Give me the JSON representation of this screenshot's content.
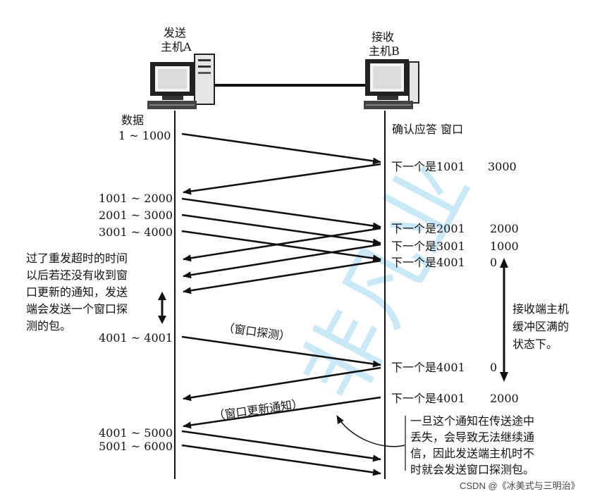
{
  "hosts": {
    "sender": {
      "line1": "发送",
      "line2": "主机A"
    },
    "receiver": {
      "line1": "接收",
      "line2": "主机B"
    }
  },
  "headers": {
    "data": "数据",
    "ack_window": "确认应答 窗口"
  },
  "segments_sent": [
    "1 ~ 1000",
    "1001 ~ 2000",
    "2001 ~ 3000",
    "3001 ~ 4000",
    "4001 ~ 4001",
    "4001 ~ 5000",
    "5001 ~ 6000"
  ],
  "acks": [
    {
      "text": "下一个是1001",
      "window": "3000"
    },
    {
      "text": "下一个是2001",
      "window": "2000"
    },
    {
      "text": "下一个是3001",
      "window": "1000"
    },
    {
      "text": "下一个是4001",
      "window": "0"
    },
    {
      "text": "下一个是4001",
      "window": "0"
    },
    {
      "text": "下一个是4001",
      "window": "2000"
    }
  ],
  "left_note": [
    "过了重发超时的时间",
    "以后若还没有收到窗",
    "口更新的通知，发送",
    "端会发送一个窗口探",
    "测的包。"
  ],
  "probe_label": "（窗口探测）",
  "update_label": "（窗口更新通知）",
  "right_note": [
    "接收端主机",
    "缓冲区满的",
    "状态下。"
  ],
  "bottom_note": [
    "一旦这个通知在传送途中",
    "丢失，会导致无法继续通",
    "信，因此发送端主机时不",
    "时就会发送窗口探测包。"
  ],
  "watermark": "CSDN @《冰美式与三明治》",
  "background_watermark": "非凡业"
}
